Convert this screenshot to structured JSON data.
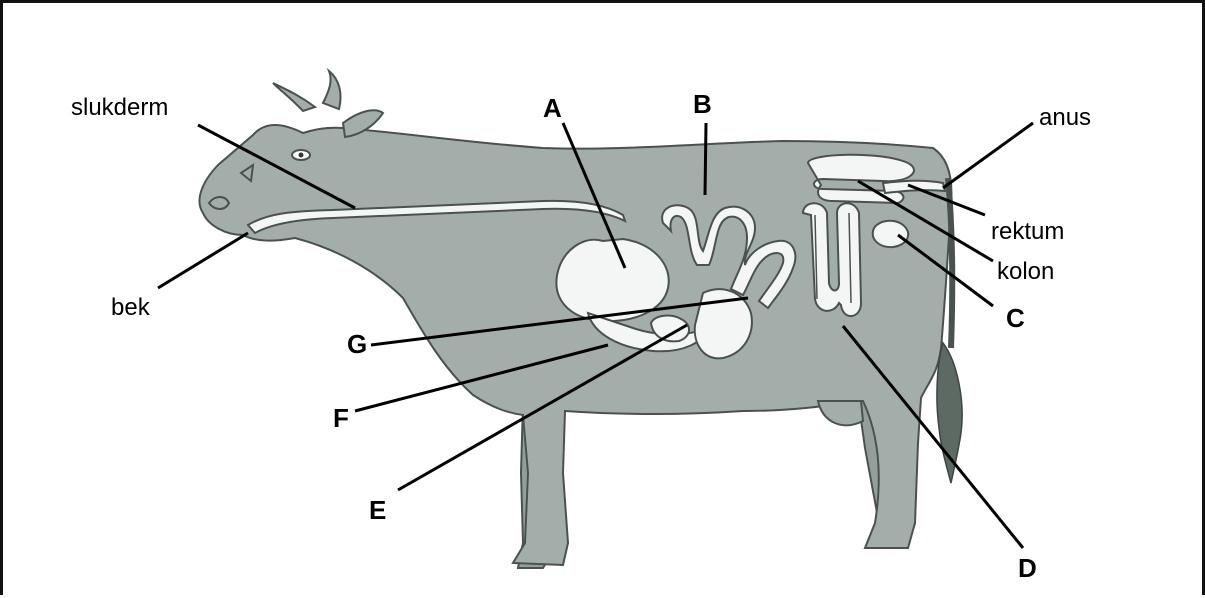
{
  "labels": {
    "slukderm": "slukderm",
    "bek": "bek",
    "anus": "anus",
    "rektum": "rektum",
    "kolon": "kolon",
    "A": "A",
    "B": "B",
    "C": "C",
    "D": "D",
    "E": "E",
    "F": "F",
    "G": "G"
  },
  "colors": {
    "cow_body": "#a3aeaa",
    "cow_outline": "#4a5250",
    "organ_fill": "#f4f6f5",
    "tail_tuft": "#5d6a63",
    "leader_line": "#000000"
  }
}
